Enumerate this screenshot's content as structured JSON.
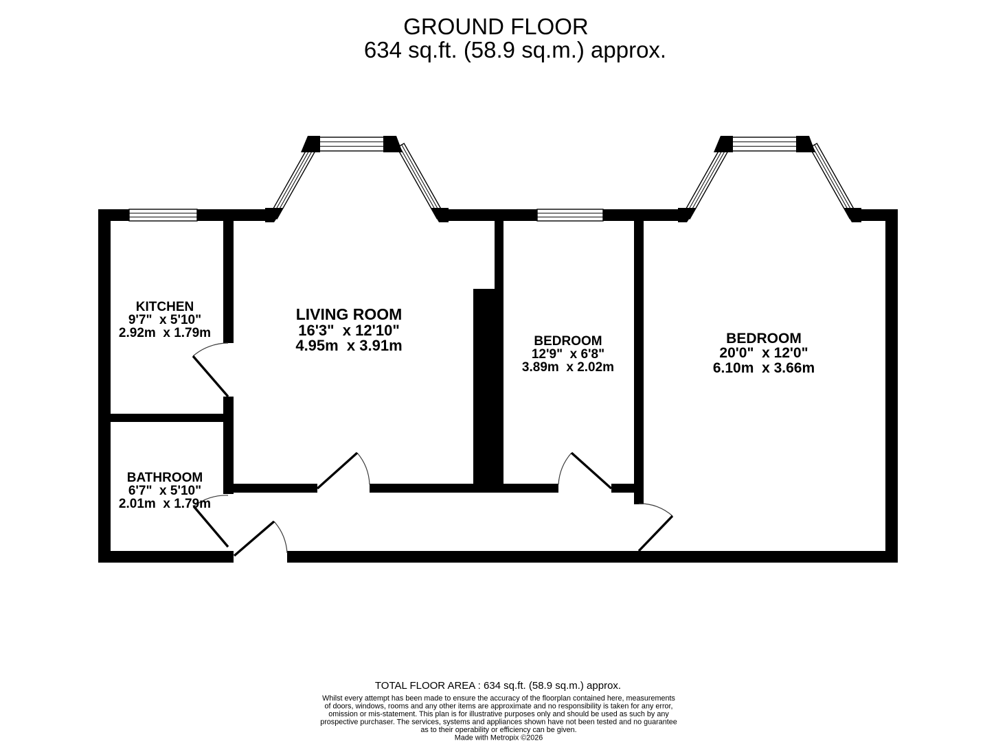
{
  "title": {
    "line1": "GROUND FLOOR",
    "line2": "634 sq.ft. (58.9 sq.m.) approx."
  },
  "rooms": [
    {
      "name": "KITCHEN",
      "imperial": "9'7\"  x 5'10\"",
      "metric": "2.92m  x 1.79m"
    },
    {
      "name": "LIVING ROOM",
      "imperial": "16'3\"  x 12'10\"",
      "metric": "4.95m  x 3.91m"
    },
    {
      "name": "BEDROOM",
      "imperial": "12'9\"  x 6'8\"",
      "metric": "3.89m  x 2.02m"
    },
    {
      "name": "BEDROOM",
      "imperial": "20'0\"  x 12'0\"",
      "metric": "6.10m  x 3.66m"
    },
    {
      "name": "BATHROOM",
      "imperial": "6'7\"  x 5'10\"",
      "metric": "2.01m  x 1.79m"
    }
  ],
  "footer": {
    "total": "TOTAL FLOOR AREA : 634 sq.ft. (58.9 sq.m.) approx.",
    "disclaimer_lines": [
      "Whilst every attempt has been made to ensure the accuracy of the floorplan contained here, measurements",
      "of doors, windows, rooms and any other items are approximate and no responsibility is taken for any error,",
      "omission or mis-statement. This plan is for illustrative purposes only and should be used as such by any",
      "prospective purchaser. The services, systems and appliances shown have not been tested and no guarantee",
      "as to their operability or efficiency can be given."
    ],
    "credit": "Made with Metropix ©2026"
  },
  "colors": {
    "wall": "#000000",
    "background": "#ffffff"
  }
}
